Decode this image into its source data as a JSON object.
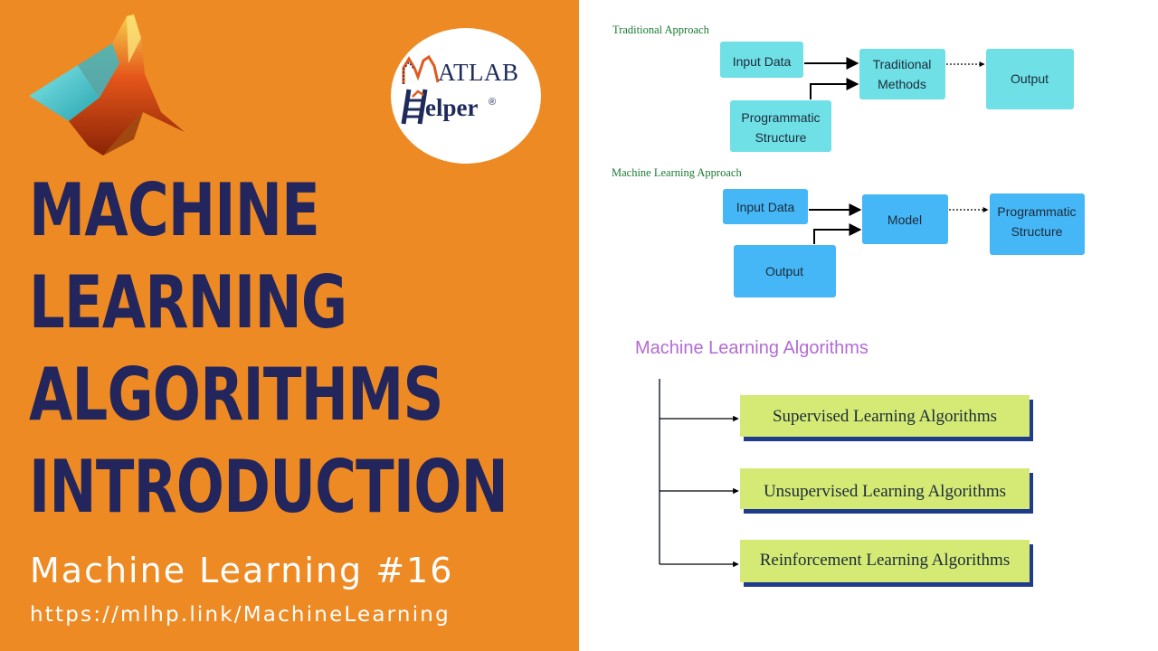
{
  "left": {
    "title_lines": [
      "MACHINE",
      "LEARNING",
      "ALGORITHMS",
      "INTRODUCTION"
    ],
    "subtitle": "Machine Learning #16",
    "url": "https://mlhp.link/MachineLearning",
    "badge": {
      "text_top": "ATLAB",
      "text_bottom": "elper",
      "registered": "®"
    },
    "colors": {
      "background": "#ee8a23",
      "title": "#23265c",
      "subtitle": "#ffffff"
    },
    "icons": [
      "matlab-membrane-logo",
      "matlab-helper-logo"
    ]
  },
  "traditional": {
    "label": "Traditional Approach",
    "input": "Input Data",
    "methods": [
      "Traditional",
      "Methods"
    ],
    "structure": [
      "Programmatic",
      "Structure"
    ],
    "output": "Output",
    "colors": {
      "box": "#6ee0e6",
      "label": "#1a7a33"
    }
  },
  "ml_approach": {
    "label": "Machine Learning Approach",
    "input": "Input Data",
    "model": "Model",
    "output": "Output",
    "structure": [
      "Programmatic",
      "Structure"
    ],
    "colors": {
      "box": "#45b6f6",
      "label": "#1a7a33"
    }
  },
  "algorithms": {
    "title": "Machine Learning Algorithms",
    "items": [
      "Supervised Learning Algorithms",
      "Unsupervised Learning Algorithms",
      "Reinforcement Learning Algorithms"
    ],
    "colors": {
      "title": "#b36bd4",
      "box": "#d4ea74",
      "shadow": "#1f3c8c"
    }
  }
}
